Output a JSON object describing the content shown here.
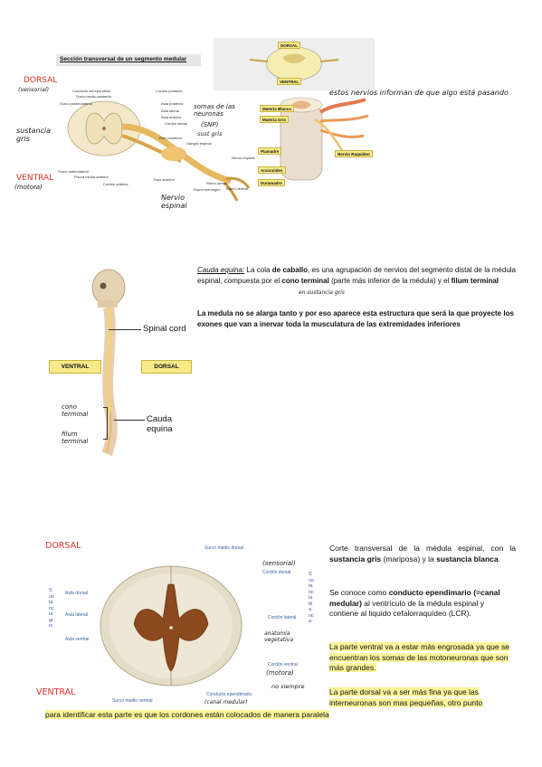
{
  "section1": {
    "title": "Sección transversal de un segmento medular",
    "orientation": {
      "dorsal": "DORSAL",
      "ventral": "VENTRAL"
    },
    "labels_left": [
      "Conducto del epéndimo",
      "Surco medio posterior",
      "Surco posterolateral",
      "Asta posterior",
      "Asta lateral",
      "Asta anterior",
      "Surco anterolateral",
      "Fisura media anterior",
      "Cordón anterior",
      "Cordón posterior",
      "Cordón lateral",
      "Raíz posterior",
      "Ganglio espinal",
      "Raíz anterior",
      "Nervio espinal",
      "Ramo dorsal",
      "Ramo ventral",
      "Ramo meníngeo"
    ],
    "labels_right": [
      "Materia Blanca",
      "Materia Gris",
      "Piamadre",
      "Aracnoides",
      "Duramadre",
      "Nervio Raquídeo"
    ],
    "handwritten": {
      "dorsal": "DORSAL",
      "dorsal_sub": "(sensorial)",
      "sustancia_gris": "sustancia gris",
      "ventral": "VENTRAL",
      "ventral_sub": "(motora)",
      "somas": "somas de las neuronas",
      "snp": "(SNP)",
      "sust_gris": "sust gris",
      "nervio_espinal": "Nervio espinal",
      "nota": "estos nervios informan de que algo está pasando"
    }
  },
  "section2": {
    "labels": {
      "spinal_cord": "Spinal cord",
      "cauda_equina": "Cauda equina",
      "ventral": "VENTRAL",
      "dorsal": "DORSAL"
    },
    "handwritten": {
      "cono": "cono terminal",
      "filum": "filum terminal",
      "en_sustancia": "en sustancia gris"
    },
    "p1": {
      "t1": "Cauda equina:",
      "t2": " La cola ",
      "t3": "de caballo",
      "t4": ", es una agrupación de nervios del segmento distal de la médula espinal, compuesta por el ",
      "t5": "cono terminal",
      "t6": " (parte más inferior de la médula) y el ",
      "t7": "filum terminal"
    },
    "p2": "La medula no se alarga tanto y por eso aparece esta estructura que será la que proyecte los exones que van a inervar toda la musculatura de las extremidades inferiores"
  },
  "section3": {
    "handwritten": {
      "dorsal": "DORSAL",
      "ventral": "VENTRAL",
      "sensorial": "(sensorial)",
      "anatomia": "anatomía vegetativa",
      "motora": "(motora)",
      "no_siempre": "no siempre",
      "canal": "(canal medular)"
    },
    "side_left": "Sustancia gris",
    "side_right": "Sustancia blanca",
    "labels": {
      "surco_dorsal": "Surco medio dorsal",
      "cordon_dorsal": "Cordón dorsal",
      "asta_dorsal": "Asta dorsal",
      "asta_lateral": "Asta lateral",
      "asta_ventral": "Asta ventral",
      "cordon_lateral": "Cordón lateral",
      "cordon_ventral": "Cordón ventral",
      "conducto": "Conducto ependimario",
      "surco_ventral": "Surco medio ventral"
    },
    "p1": {
      "t1": "Corte transversal de la médula espinal, con la ",
      "t2": "sustancia gris",
      "t3": " (mariposa) y la ",
      "t4": "sustancia blanca",
      "t5": "."
    },
    "p2": {
      "t1": "Se conoce como ",
      "t2": "conducto ependimario (=canal medular)",
      "t3": " al ventrículo de la médula espinal y contiene al liquido cefalorraquídeo (LCR)."
    },
    "p3": "La parte ventral va a estar más engrosada ya que se encuentran los somas de las motoneuronas que son más grandes.",
    "p4": "La parte dorsal va a ser más fina ya que las interneuronas son mas pequeñas, otro punto",
    "p5": "para identificar esta parte es que los cordones están colocados de manera paralela"
  }
}
